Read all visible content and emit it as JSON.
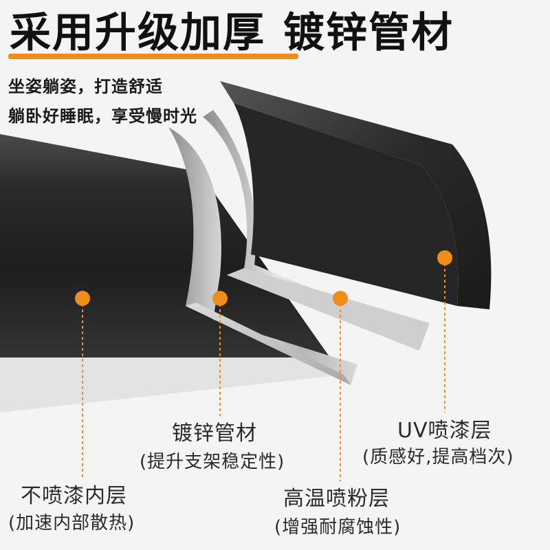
{
  "headline": {
    "part1": "采用升级加厚",
    "part2": "镀锌管材"
  },
  "taglines": [
    "坐姿躺姿，打造舒适",
    "躺卧好睡眠，享受慢时光"
  ],
  "layers": [
    {
      "name": "不喷漆内层",
      "note": "(加速内部散热)"
    },
    {
      "name": "镀锌管材",
      "note": "(提升支架稳定性)"
    },
    {
      "name": "高温喷粉层",
      "note": "(增强耐腐蚀性)"
    },
    {
      "name": "UV喷漆层",
      "note": "(质感好,提高档次)"
    }
  ],
  "colors": {
    "accent": "#f08c1a",
    "background": "#f4f4f4",
    "tube_black": "#2b2b2b",
    "galvanized_silver": "#c8c8c8",
    "text_dark": "#111111"
  }
}
